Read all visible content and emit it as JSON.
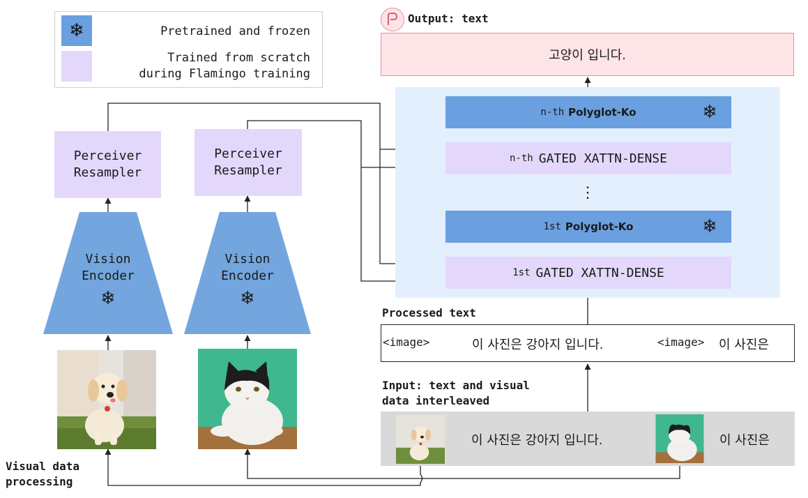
{
  "legend": {
    "frozen_label": "Pretrained and frozen",
    "trained_line1": "Trained from scratch",
    "trained_line2": "during Flamingo training",
    "frozen_icon": "snowflake-icon"
  },
  "visual_processing": {
    "perceiver_line1": "Perceiver",
    "perceiver_line2": "Resampler",
    "encoder_line1": "Vision",
    "encoder_line2": "Encoder",
    "section_label_line1": "Visual data",
    "section_label_line2": "processing"
  },
  "language_model": {
    "nth_poly_prefix": "n-th",
    "nth_poly_name": "Polyglot-Ko",
    "nth_gated_prefix": "n-th",
    "nth_gated_name": "GATED XATTN-DENSE",
    "first_poly_prefix": "1st",
    "first_poly_name": "Polyglot-Ko",
    "first_gated_prefix": "1st",
    "first_gated_name": "GATED XATTN-DENSE",
    "ellipsis": "⋮"
  },
  "output": {
    "label": "Output: text",
    "text": "고양이 입니다."
  },
  "processed": {
    "label": "Processed text",
    "image_token_1": "<image>",
    "sentence_1": "이 사진은 강아지 입니다.",
    "image_token_2": "<image>",
    "sentence_2": "이 사진은"
  },
  "input": {
    "label_line1": "Input: text and visual",
    "label_line2": "data interleaved",
    "sentence_1": "이 사진은 강아지 입니다.",
    "sentence_2": "이 사진은"
  }
}
